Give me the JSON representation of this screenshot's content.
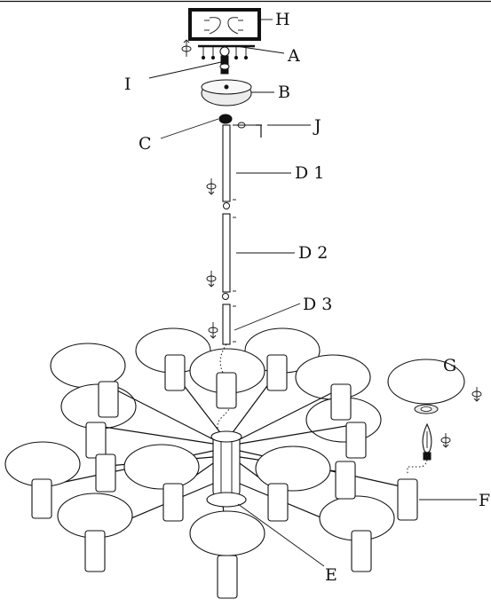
{
  "labels": {
    "H": "H",
    "A": "A",
    "I": "I",
    "B": "B",
    "C": "C",
    "J": "J",
    "D1": "D 1",
    "D2": "D 2",
    "D3": "D 3",
    "G": "G",
    "F": "F",
    "E": "E"
  },
  "icons": [
    "rotate-screw-icon",
    "bulb-icon",
    "wire-twist-icon"
  ]
}
